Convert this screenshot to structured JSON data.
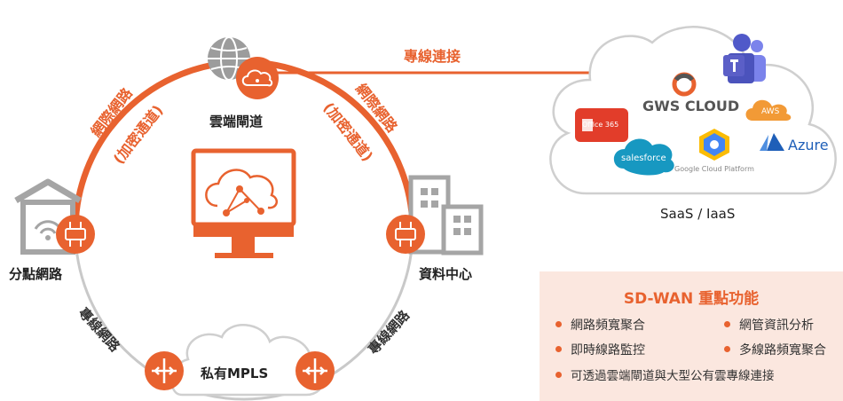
{
  "links": {
    "dedicated_line": "專線連接",
    "intl_network_left": "網際網路",
    "intl_network_left_sub": "(加密通道)",
    "intl_network_right": "網際網路",
    "intl_network_right_sub": "(加密通道)",
    "leased_left": "專線網路",
    "leased_right": "專線網路"
  },
  "nodes": {
    "cloud_gateway": "雲端閘道",
    "branch": "分點網路",
    "datacenter": "資料中心",
    "private_mpls": "私有MPLS"
  },
  "cloud": {
    "caption": "SaaS / IaaS",
    "gws_logo": "GWS CLOUD",
    "office365": "Office 365",
    "aws": "AWS",
    "azure": "Azure",
    "salesforce": "salesforce",
    "google_cloud": "Google Cloud Platform"
  },
  "features": {
    "title": "SD-WAN 重點功能",
    "items": [
      "網路頻寬聚合",
      "網管資訊分析",
      "即時線路監控",
      "多線路頻寬聚合",
      "可透過雲端閘道與大型公有雲專線連接"
    ]
  },
  "colors": {
    "accent": "#e8622f",
    "ring": "#c9c9c9",
    "icon_gray": "#a5a5a5",
    "panel_bg": "#fbe7df"
  }
}
